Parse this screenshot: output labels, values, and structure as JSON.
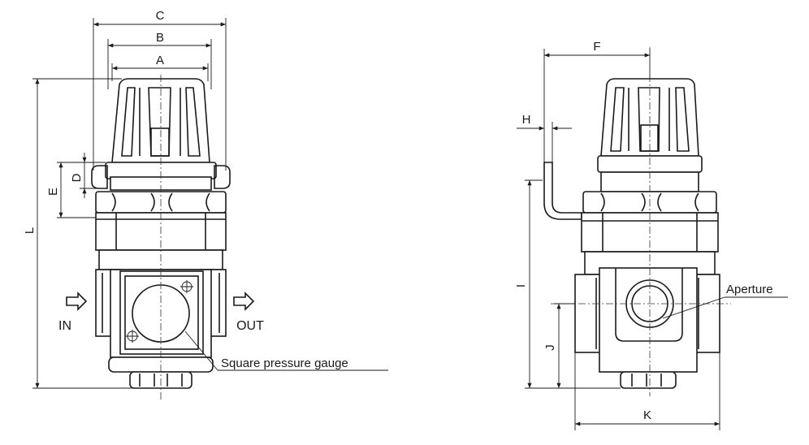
{
  "labels": {
    "dim_a": "A",
    "dim_b": "B",
    "dim_c": "C",
    "dim_d": "D",
    "dim_e": "E",
    "dim_l": "L",
    "dim_f": "F",
    "dim_h": "H",
    "dim_i": "I",
    "dim_j": "J",
    "dim_k": "K",
    "port_in": "IN",
    "port_out": "OUT",
    "gauge_callout": "Square pressure gauge",
    "aperture_callout": "Aperture"
  }
}
